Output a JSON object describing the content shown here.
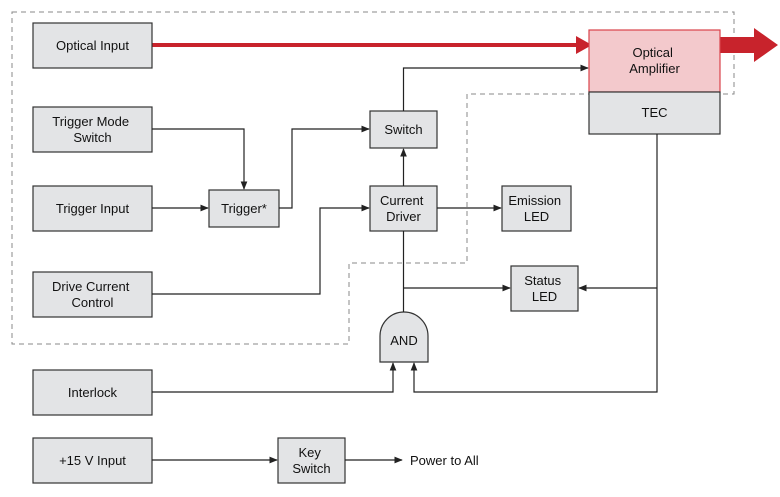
{
  "blocks": {
    "optical_input": [
      "Optical Input"
    ],
    "trigger_mode_switch": [
      "Trigger Mode",
      "Switch"
    ],
    "trigger_input": [
      "Trigger Input"
    ],
    "drive_current_control": [
      "Drive Current",
      "Control"
    ],
    "interlock": [
      "Interlock"
    ],
    "power_input": [
      "+15 V Input"
    ],
    "key_switch": [
      "Key",
      "Switch"
    ],
    "trigger": [
      "Trigger*"
    ],
    "switch": [
      "Switch"
    ],
    "current_driver": [
      "Current",
      "Driver"
    ],
    "emission_led": [
      "Emission",
      "LED"
    ],
    "status_led": [
      "Status",
      "LED"
    ],
    "and_gate": [
      "AND"
    ],
    "optical_amplifier": [
      "Optical",
      "Amplifier"
    ],
    "tec": [
      "TEC"
    ]
  },
  "power_output_label": "Power to All",
  "colors": {
    "optical_beam": "#c8232c",
    "amplifier_fill": "#f3c9cc",
    "amplifier_border": "#d9434b",
    "block_fill": "#e3e4e6",
    "block_border": "#333333",
    "wire": "#222222",
    "dashed_boundary": "#888888"
  }
}
